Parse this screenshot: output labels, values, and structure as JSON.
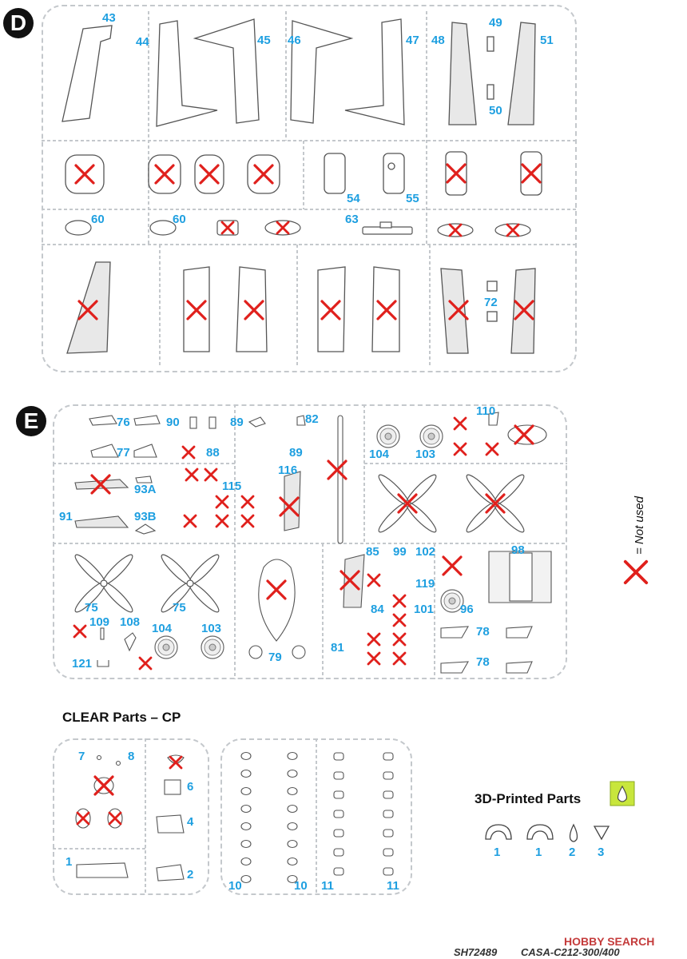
{
  "sprue_d": {
    "badge": "D",
    "parts": {
      "p43": "43",
      "p44": "44",
      "p45": "45",
      "p46": "46",
      "p47": "47",
      "p48": "48",
      "p49": "49",
      "p50": "50",
      "p51": "51",
      "p54": "54",
      "p55": "55",
      "p60a": "60",
      "p60b": "60",
      "p63": "63",
      "p72": "72"
    }
  },
  "sprue_e": {
    "badge": "E",
    "parts": {
      "p76": "76",
      "p90": "90",
      "p89a": "89",
      "p82": "82",
      "p110": "110",
      "p77": "77",
      "p88": "88",
      "p89b": "89",
      "p104a": "104",
      "p103a": "103",
      "p93a": "93A",
      "p116": "116",
      "p115": "115",
      "p91": "91",
      "p93b": "93B",
      "p85": "85",
      "p99": "99",
      "p102": "102",
      "p98": "98",
      "p119": "119",
      "p75a": "75",
      "p75b": "75",
      "p84": "84",
      "p101": "101",
      "p96": "96",
      "p109": "109",
      "p108": "108",
      "p104b": "104",
      "p103b": "103",
      "p78a": "78",
      "p78b": "78",
      "p81": "81",
      "p121": "121",
      "p79": "79"
    }
  },
  "clear_parts": {
    "title": "CLEAR Parts – CP",
    "parts": {
      "p7": "7",
      "p8": "8",
      "p6": "6",
      "p4": "4",
      "p1": "1",
      "p2": "2",
      "p10a": "10",
      "p10b": "10",
      "p11a": "11",
      "p11b": "11"
    }
  },
  "printed_parts": {
    "title": "3D-Printed Parts",
    "parts": {
      "p1a": "1",
      "p1b": "1",
      "p2": "2",
      "p3": "3"
    }
  },
  "legend": {
    "text": "= Not used"
  },
  "footer": {
    "code": "SH72489",
    "model": "CASA-C212-300/400",
    "watermark": "HOBBY SEARCH"
  },
  "colors": {
    "number": "#1e9fe0",
    "cross": "#e0201c",
    "sprue": "#c4c8cc",
    "outline": "#555555",
    "printed_icon": "#c8e63c"
  }
}
